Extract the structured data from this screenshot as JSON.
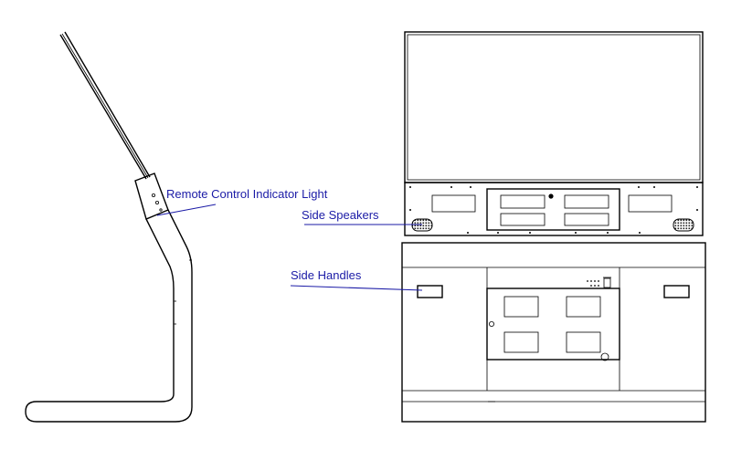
{
  "callouts": {
    "remote_control_indicator_light": "Remote Control Indicator Light",
    "side_speakers": "Side Speakers",
    "side_handles": "Side Handles"
  },
  "colors": {
    "line": "#000000",
    "callout_text": "#1a1aa6",
    "leader": "#1a1aa6",
    "background": "#ffffff"
  }
}
